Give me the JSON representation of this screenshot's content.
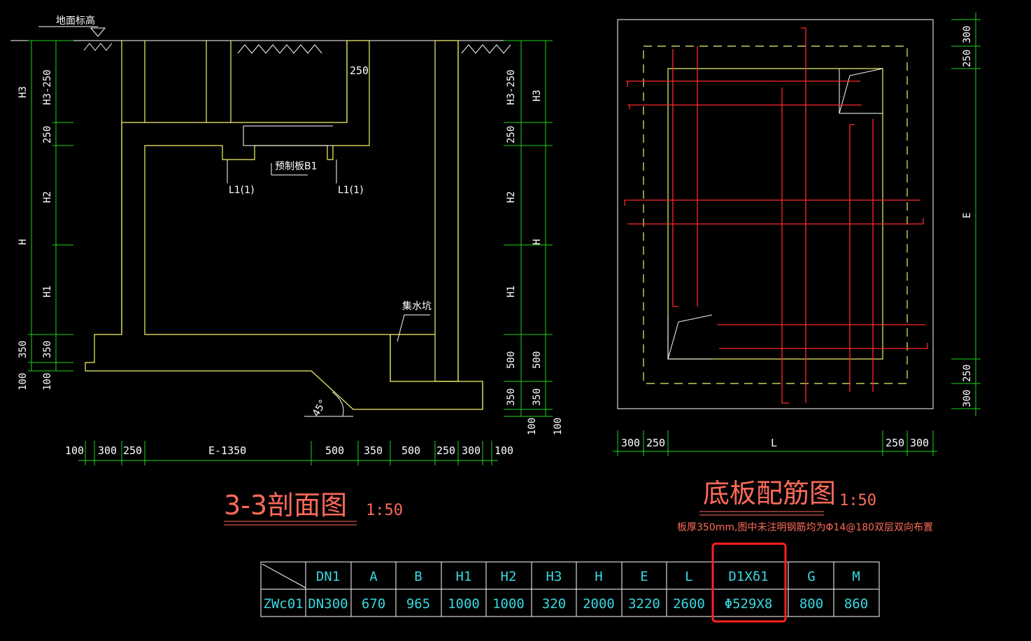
{
  "section": {
    "ground_label": "地面标高",
    "left_dims": [
      "H3",
      "H3-250",
      "250",
      "H2",
      "H",
      "H1",
      "350",
      "350",
      "100",
      "100"
    ],
    "right_dims": [
      "H3-250",
      "H3",
      "250",
      "H2",
      "H",
      "H1",
      "500",
      "500",
      "350",
      "350",
      "100",
      "100"
    ],
    "bottom_dims": [
      "100",
      "300",
      "250",
      "E-1350",
      "500",
      "350",
      "500",
      "250",
      "300",
      "100"
    ],
    "top_dim": "250",
    "precast_label": "预制板B1",
    "beam_label_left": "L1(1)",
    "beam_label_right": "L1(1)",
    "sump_label": "集水坑",
    "angle_label": "45°",
    "title": "3-3剖面图",
    "scale": "1:50"
  },
  "plan": {
    "right_dims": [
      "300",
      "250",
      "E",
      "250",
      "300"
    ],
    "bottom_dims": [
      "300",
      "250",
      "L",
      "250",
      "300"
    ],
    "title": "底板配筋图",
    "scale": "1:50",
    "note": "板厚350mm,图中未注明钢筋均为Φ14@180双层双向布置"
  },
  "table": {
    "headers": [
      "DN1",
      "A",
      "B",
      "H1",
      "H2",
      "H3",
      "H",
      "E",
      "L",
      "D1Xδ1",
      "G",
      "M"
    ],
    "row": [
      "ZWc01",
      "DN300",
      "670",
      "965",
      "1000",
      "1000",
      "320",
      "2000",
      "3220",
      "2600",
      "Φ529X8",
      "800",
      "860"
    ],
    "highlight_color": "#ff2020"
  },
  "colors": {
    "dimension": "#19d619",
    "outline": "#f4f46a",
    "rebar": "#ff2a2a",
    "text": "#ffffff",
    "table_text": "#38d8e0"
  }
}
